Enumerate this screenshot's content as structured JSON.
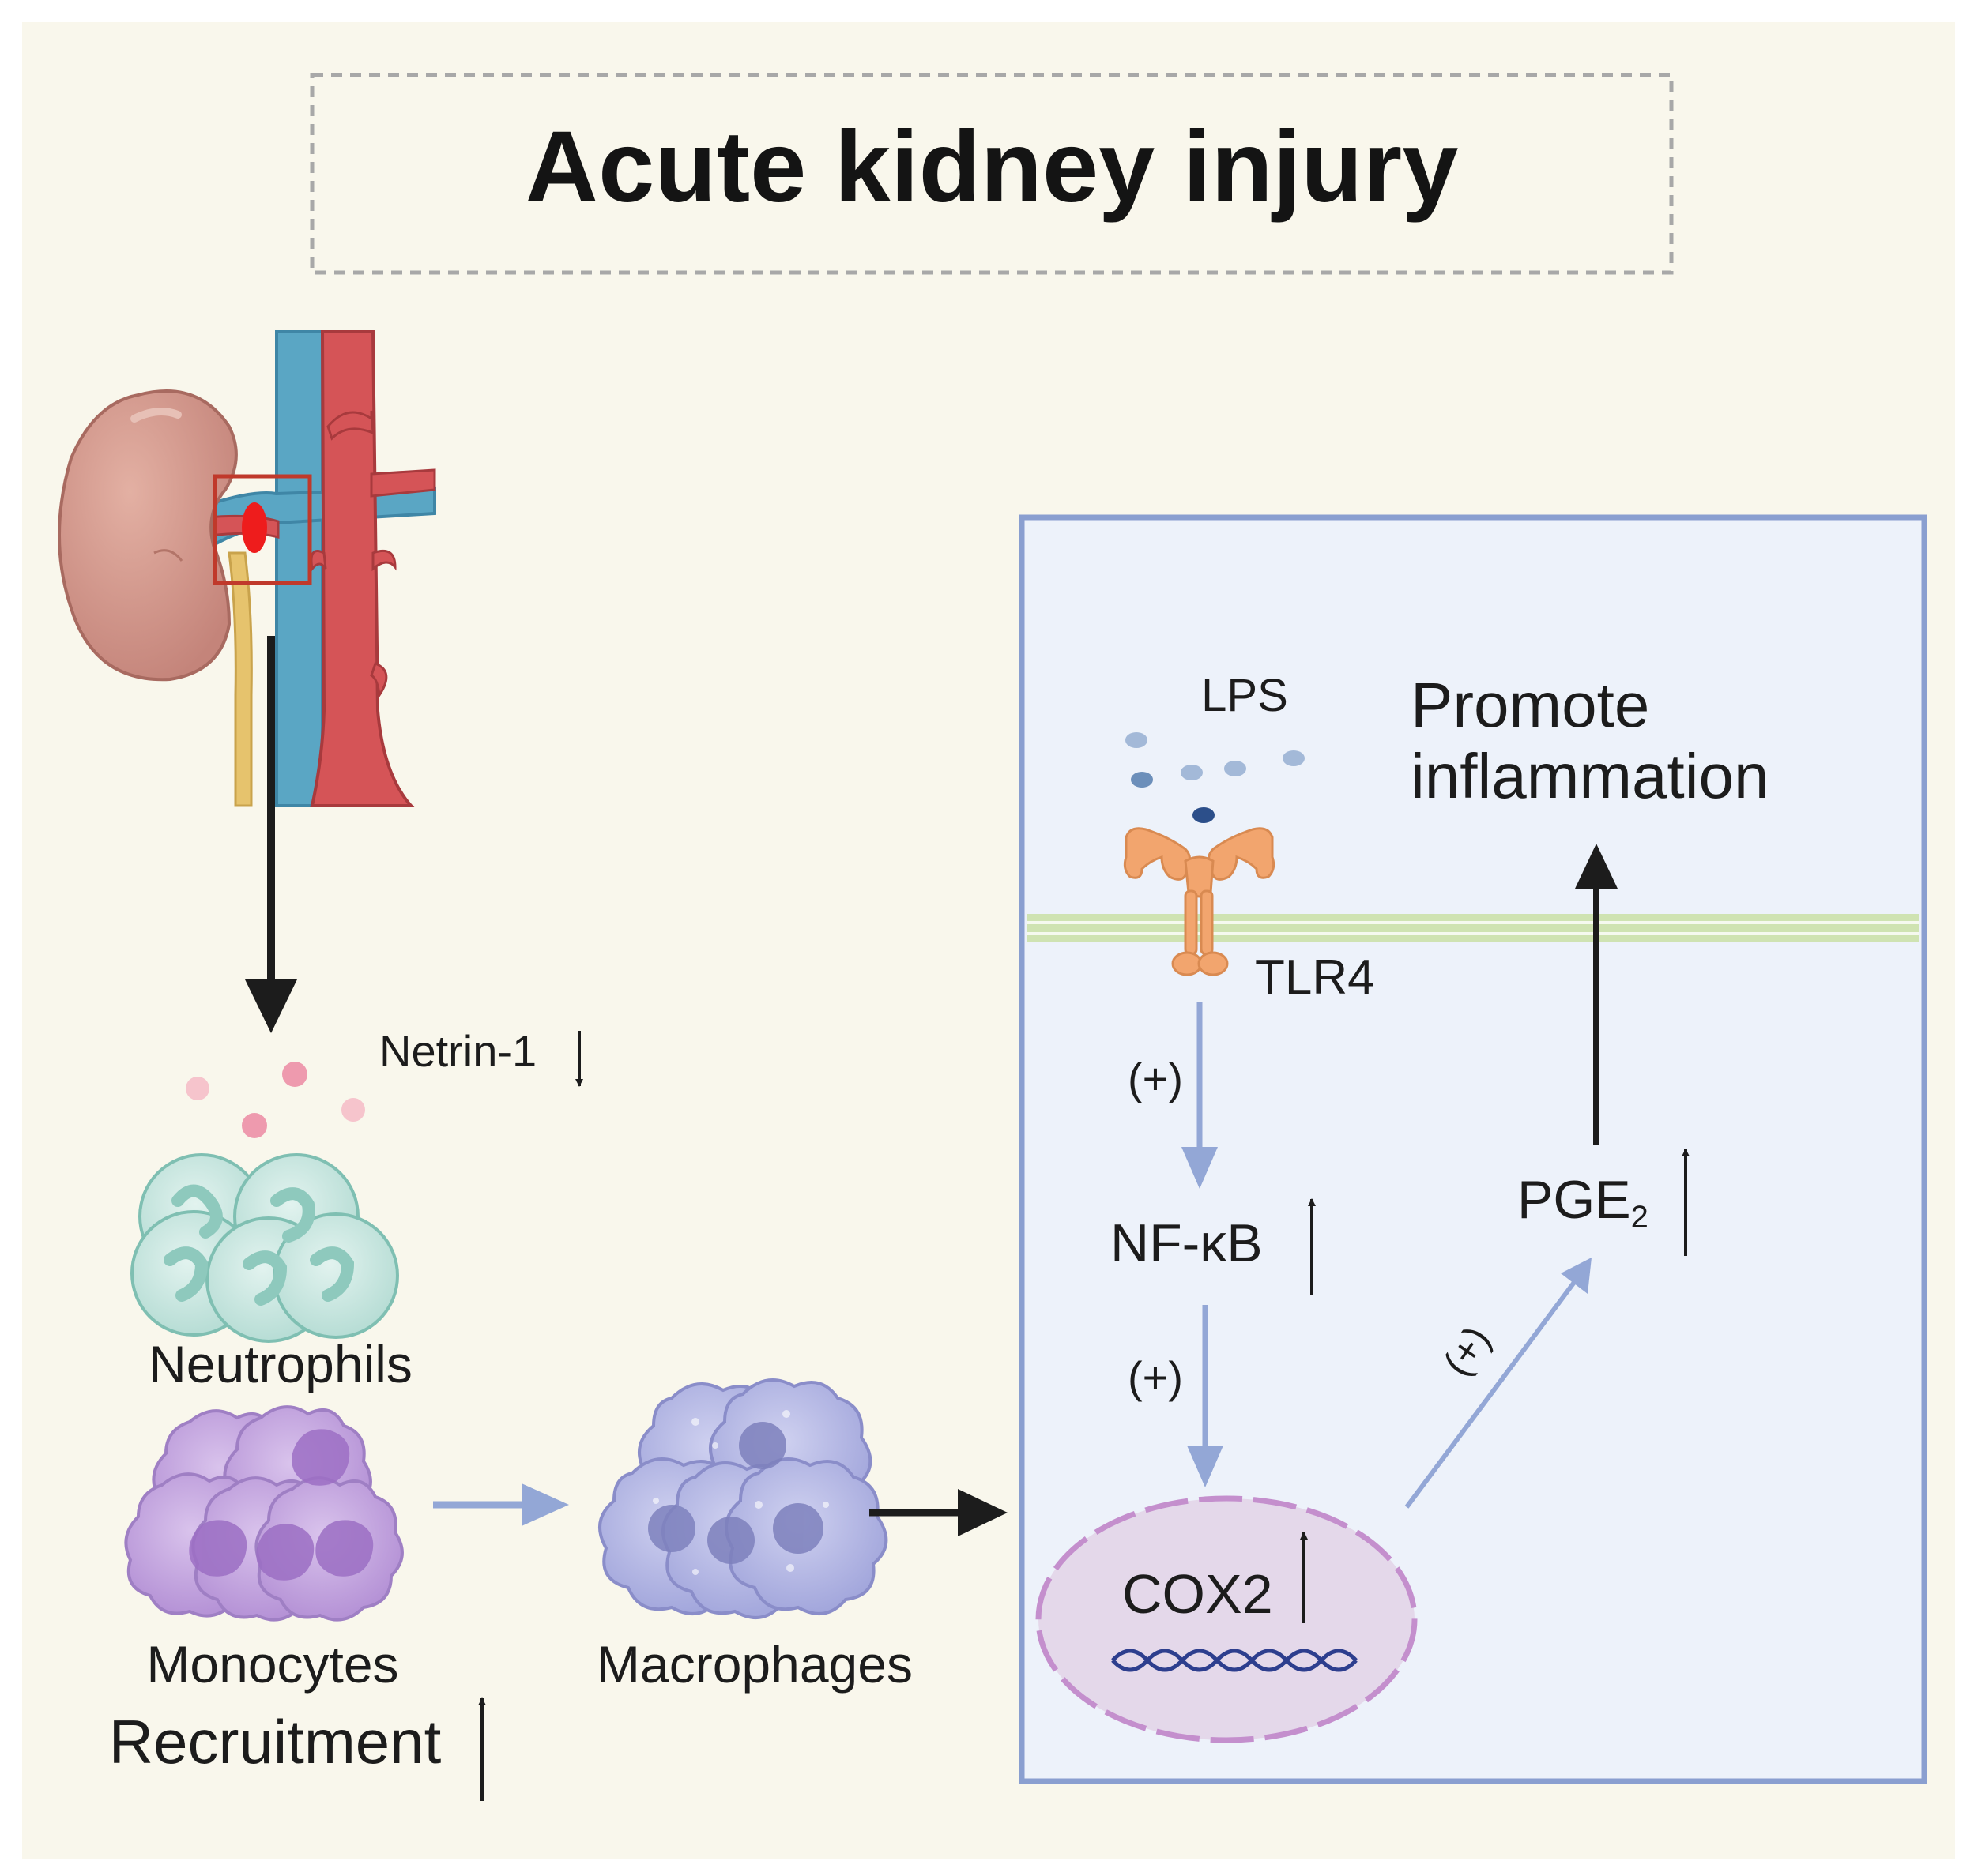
{
  "title": "Acute kidney injury",
  "left_panel": {
    "netrin": "Netrin-1",
    "neutrophils": "Neutrophils",
    "monocytes": "Monocytes",
    "recruitment": "Recruitment",
    "macrophages": "Macrophages"
  },
  "cell_panel": {
    "lps": "LPS",
    "tlr4": "TLR4",
    "plus_1": "(+)",
    "nfkb": "NF-κB",
    "plus_2": "(+)",
    "cox2": "COX2",
    "plus_3": "(+)",
    "pge_base": "PGE",
    "pge_sub": "2",
    "promote_line1": "Promote",
    "promote_line2": "inflammation"
  },
  "colors": {
    "background": "#f9f7ec",
    "cell_fill": "#edf2fa",
    "cell_border": "#8a9fd0",
    "blue_arrow": "#93a7d6",
    "black_arrow": "#1c1c1c",
    "membrane": "#cfe3b2",
    "nucleus_fill": "#e4d8ea",
    "nucleus_border": "#c48fcd",
    "neutrophil_fill": "#cfe9e4",
    "monocyte_fill": "#c8a9e0",
    "macrophage_fill": "#b9bce6",
    "kidney_fill": "#d49a8c",
    "vein": "#5aa6c4",
    "artery": "#d55457",
    "ureter": "#e6c36d",
    "receptor": "#f2a56e"
  },
  "icons": [
    "kidney-icon",
    "neutrophil-icon",
    "monocyte-icon",
    "macrophage-icon",
    "tlr4-receptor-icon",
    "dna-icon",
    "lps-particle-icon",
    "netrin-particle-icon"
  ]
}
